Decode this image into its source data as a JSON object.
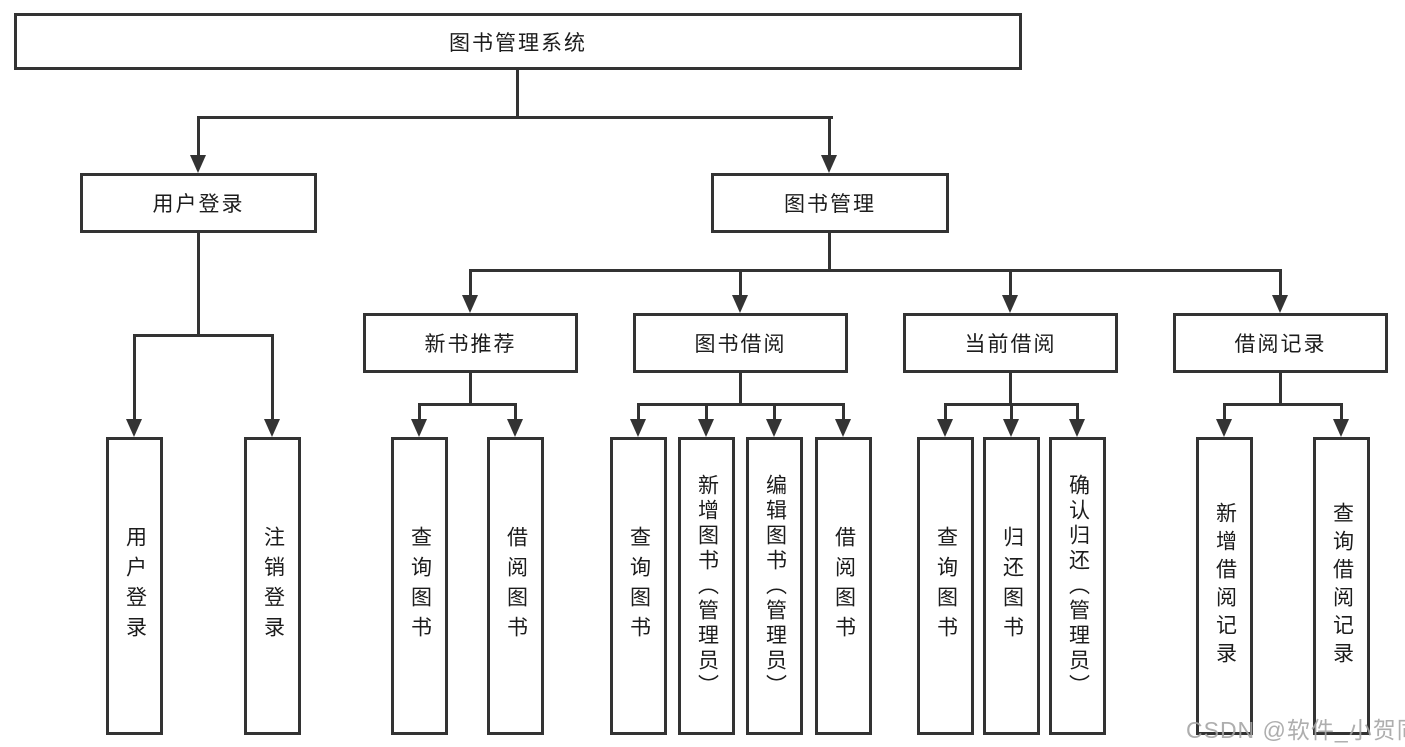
{
  "nodes": {
    "root": "图书管理系统",
    "user_login": "用户登录",
    "book_management": "图书管理",
    "new_book_recommendation": "新书推荐",
    "book_borrowing": "图书借阅",
    "current_borrowing": "当前借阅",
    "borrowing_records": "借阅记录",
    "leaf_user_login": "用户登录",
    "leaf_logout": "注销登录",
    "nb_query_books": "查询图书",
    "nb_borrow_books": "借阅图书",
    "bb_query_books": "查询图书",
    "bb_add_books": "新增图书（管理员）",
    "bb_edit_books": "编辑图书（管理员）",
    "bb_borrow_books": "借阅图书",
    "cb_query_books": "查询图书",
    "cb_return_books": "归还图书",
    "cb_confirm_return": "确认归还（管理员）",
    "br_add_record": "新增借阅记录",
    "br_query_record": "查询借阅记录"
  },
  "watermark": "CSDN @软件_小贺同学",
  "colors": {
    "line": "#333333",
    "text": "#1c1c1c",
    "background": "#ffffff",
    "watermark": "#a6a6a6"
  }
}
